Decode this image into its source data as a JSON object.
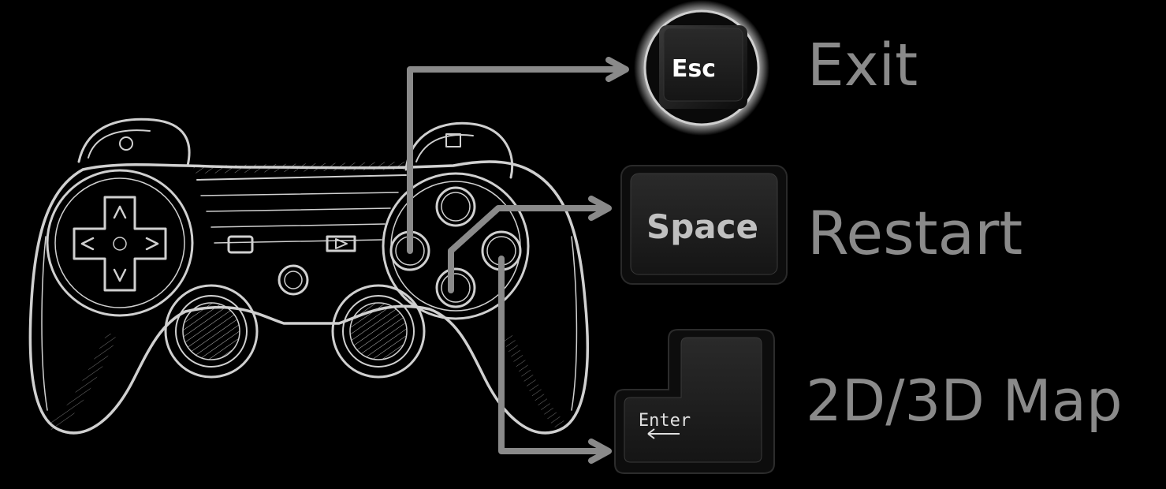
{
  "controller": {
    "icon": "gamepad-icon"
  },
  "mappings": [
    {
      "key": "Esc",
      "action": "Exit",
      "button": "left-face-button"
    },
    {
      "key": "Space",
      "action": "Restart",
      "button": "bottom-face-button"
    },
    {
      "key": "Enter",
      "action": "2D/3D Map",
      "button": "right-face-button"
    }
  ],
  "colors": {
    "background": "#000000",
    "sketch": "#d0d0d0",
    "arrow": "#8a8a8a",
    "label": "#8a8a8a",
    "keycap": "#1c1c1c"
  }
}
